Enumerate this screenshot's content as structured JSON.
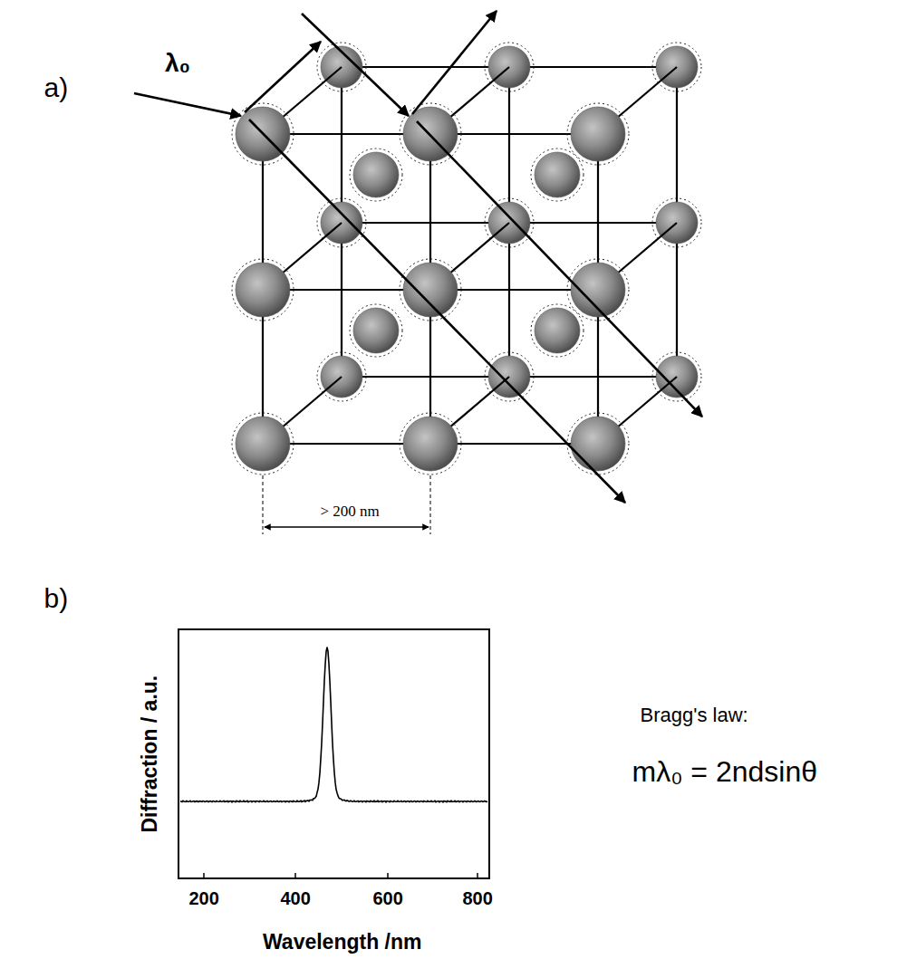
{
  "diagram": {
    "labels": [
      "a)",
      "λ₀",
      "> 200 nm",
      "b)",
      "Diffraction / a.u.",
      "200",
      "400",
      "600",
      "800",
      "Wavelength /nm",
      "Bragg's law:",
      "mλ₀ = 2ndsinθ"
    ]
  }
}
